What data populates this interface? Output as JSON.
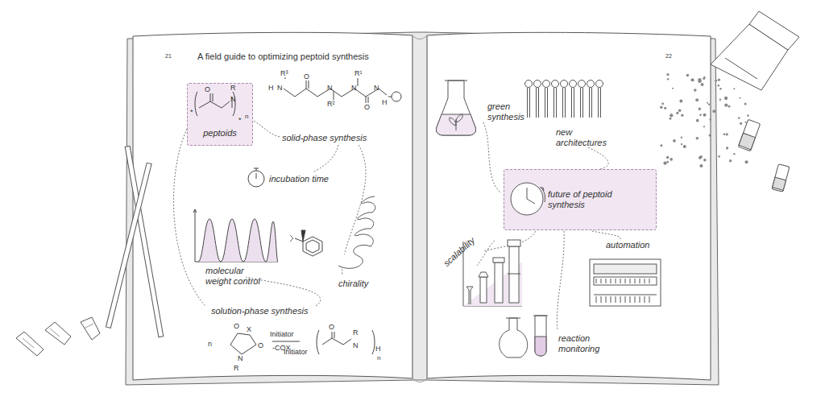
{
  "diagram": {
    "title": "A field guide to optimizing peptoid synthesis",
    "nodes": [
      {
        "text": [
          "peptoids"
        ]
      },
      {
        "text": [
          "future of peptoid synthesis"
        ]
      }
    ],
    "labels": [
      "21",
      "22",
      "O",
      "R",
      "N",
      "n",
      "*",
      "*",
      "R³",
      "H",
      "N",
      "O",
      "N",
      "R²",
      "R¹",
      "N",
      "O",
      "N",
      "H",
      "solid-phase synthesis",
      "incubation time",
      "molecular weight control",
      "chirality",
      "solution-phase synthesis",
      "n",
      "O",
      "X",
      "O",
      "N",
      "R",
      "Initiator",
      "-COX",
      "Initiator",
      "O",
      "R",
      "N",
      "H",
      "n",
      "green synthesis",
      "new architectures",
      "scalability",
      "automation",
      "reaction monitoring"
    ]
  }
}
